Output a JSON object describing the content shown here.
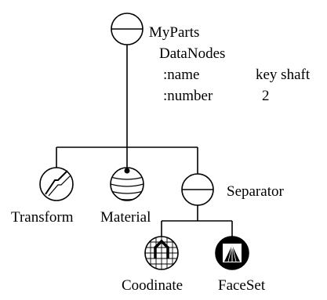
{
  "nodes": {
    "root": {
      "name": "MyParts",
      "subtitle": "DataNodes"
    },
    "transform": {
      "name": "Transform"
    },
    "material": {
      "name": "Material"
    },
    "separator": {
      "name": "Separator"
    },
    "coordinate": {
      "name": "Coodinate"
    },
    "faceset": {
      "name": "FaceSet"
    }
  },
  "fields": [
    {
      "key": ":name",
      "value": "key shaft"
    },
    {
      "key": ":number",
      "value": "2"
    }
  ]
}
